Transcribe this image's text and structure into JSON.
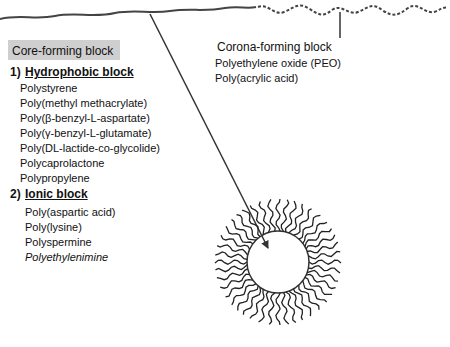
{
  "diagram": {
    "nodes": [
      {
        "text": [
          "Core-forming block"
        ]
      }
    ],
    "labels": [
      "Corona-forming block",
      "Polyethylene oxide (PEO)",
      "Poly(acrylic acid)",
      "1)",
      "Hydrophobic block",
      "Polystyrene",
      "Poly(methyl methacrylate)",
      "Poly(β-benzyl-L-aspartate)",
      "Poly(γ-benzyl-L-glutamate)",
      "Poly(DL-lactide-co-glycolide)",
      "Polycaprolactone",
      "Polypropylene",
      "2)",
      "Ionic block",
      "Poly(aspartic acid)",
      "Poly(lysine)",
      "Polyspermine",
      "Polyethylenimine"
    ]
  }
}
